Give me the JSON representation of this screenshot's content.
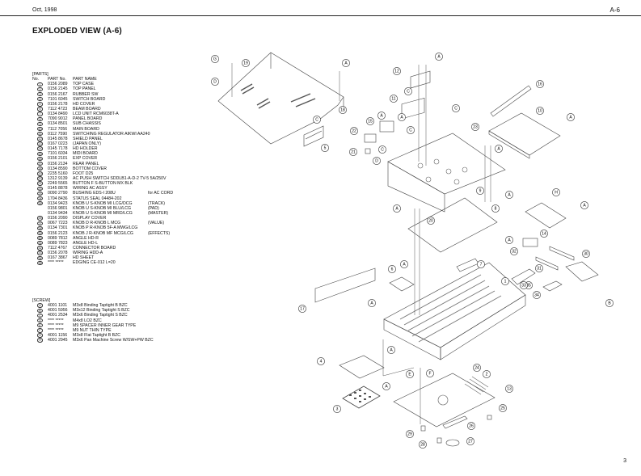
{
  "header": {
    "date": "Oct, 1998",
    "code": "A-6"
  },
  "title": "EXPLODED VIEW (A-6)",
  "page_number": "3",
  "parts": {
    "section_label": "[PARTS]",
    "columns": [
      "No.",
      "PART No.",
      "PART NAME"
    ],
    "items": [
      {
        "no": "1",
        "part_no": "0156 2089",
        "name": "TOP CASE",
        "note": ""
      },
      {
        "no": "2",
        "part_no": "0156 2145",
        "name": "TOP PANEL",
        "note": ""
      },
      {
        "no": "3",
        "part_no": "0156 2167",
        "name": "RUBBER SW",
        "note": ""
      },
      {
        "no": "4",
        "part_no": "7101 6045",
        "name": "SWITCH BOARD",
        "note": ""
      },
      {
        "no": "5",
        "part_no": "0156 2178",
        "name": "HD COVER",
        "note": ""
      },
      {
        "no": "6",
        "part_no": "7112 4723",
        "name": "BEAM BOARD",
        "note": ""
      },
      {
        "no": "7",
        "part_no": "0134 8490",
        "name": "LCD UNIT  RCM6038T-A",
        "note": ""
      },
      {
        "no": "8",
        "part_no": "7090 9012",
        "name": "PANEL BOARD",
        "note": ""
      },
      {
        "no": "9",
        "part_no": "0134 8501",
        "name": "SUB CHASSIS",
        "note": ""
      },
      {
        "no": "10",
        "part_no": "7112 7056",
        "name": "MAIN BOARD",
        "note": ""
      },
      {
        "no": "11",
        "part_no": "0112 7590",
        "name": "SWITCHING REGULATOR  AIKWI AA240",
        "note": ""
      },
      {
        "no": "12",
        "part_no": "0145 8678",
        "name": "SHIELD PANEL",
        "note": ""
      },
      {
        "no": "13",
        "part_no": "0167 0223",
        "name": "(JAPAN ONLY)",
        "note": ""
      },
      {
        "no": "14",
        "part_no": "0145 7178",
        "name": "HD HOLDER",
        "note": ""
      },
      {
        "no": "15",
        "part_no": "7101 6034",
        "name": "MIDI BOARD",
        "note": ""
      },
      {
        "no": "16",
        "part_no": "0156 2101",
        "name": "EXP COVER",
        "note": ""
      },
      {
        "no": "17",
        "part_no": "0156 2134",
        "name": "REAR PANEL",
        "note": ""
      },
      {
        "no": "18",
        "part_no": "0134 8590",
        "name": "BOTTOM COVER",
        "note": ""
      },
      {
        "no": "19",
        "part_no": "2235 5160",
        "name": "FOOT D25",
        "note": ""
      },
      {
        "no": "20",
        "part_no": "1312 9139",
        "name": "AC PUSH SWITCH  SDDLB1-A-D-2  TV-5 5A/250V",
        "note": ""
      },
      {
        "no": "21",
        "part_no": "2249 5565",
        "name": "BUTTON  F S-BUTTON MX BLK",
        "note": ""
      },
      {
        "no": "22",
        "part_no": "0145 8878",
        "name": "WIRING AC ASSY",
        "note": ""
      },
      {
        "no": "23",
        "part_no": "0090 2790",
        "name": "BUSHING EDS-I 208U",
        "note": "for AC CORD"
      },
      {
        "no": "24",
        "part_no": "1704 8436",
        "name": "STATUS SEAL 04484-202",
        "note": ""
      },
      {
        "no": "25",
        "part_no": "0134 9423",
        "name": "KNOB  U S-KNOB MI LCG/DCG",
        "note": "(TRACK)"
      },
      {
        "no": "",
        "part_no": "0156 9801",
        "name": "KNOB  U S-KNOB MI BLU/LCG",
        "note": "(PAD)"
      },
      {
        "no": "",
        "part_no": "0134 9434",
        "name": "KNOB  U S-KNOB MI MRD/LCG",
        "note": "(MASTER)"
      },
      {
        "no": "26",
        "part_no": "0156 2090",
        "name": "DISPLAY COVER",
        "note": ""
      },
      {
        "no": "27",
        "part_no": "0067 7223",
        "name": "KNOB  D R-KNOB L MCG",
        "note": "(VALUE)"
      },
      {
        "no": "28",
        "part_no": "0134 7301",
        "name": "KNOB  P R-KNOB 5F-A MWG/LCG",
        "note": ""
      },
      {
        "no": "29",
        "part_no": "0156 2123",
        "name": "KNOB  J R-KNOB MF MCG/LCG",
        "note": "(EFFECTS)"
      },
      {
        "no": "30",
        "part_no": "0089 7812",
        "name": "ANGLE HD-R",
        "note": ""
      },
      {
        "no": "31",
        "part_no": "0089 7823",
        "name": "ANGLE HD-L",
        "note": ""
      },
      {
        "no": "32",
        "part_no": "7112 4767",
        "name": "CONNECTOR BOARD",
        "note": ""
      },
      {
        "no": "33",
        "part_no": "0156 2078",
        "name": "WIRING HDD-A",
        "note": ""
      },
      {
        "no": "34",
        "part_no": "0167 3867",
        "name": "HD SHEET",
        "note": ""
      },
      {
        "no": "35",
        "part_no": "**** *****",
        "name": "EDGING CE-012 L=20",
        "note": ""
      }
    ]
  },
  "screws": {
    "section_label": "[SCREW]",
    "items": [
      {
        "no": "A",
        "part_no": "4001 1101",
        "name": "M3x8 Binding Taptight B BZC"
      },
      {
        "no": "B",
        "part_no": "4001 5956",
        "name": "M3x12 Binding Taptight S BZC"
      },
      {
        "no": "C",
        "part_no": "4001 2534",
        "name": "M3x6 Binding Taptight S BZC"
      },
      {
        "no": "D",
        "part_no": "**** *****",
        "name": "M4x8 LO2 BZC"
      },
      {
        "no": "E",
        "part_no": "**** *****",
        "name": "M9 SPACER INNER GEAR TYPE"
      },
      {
        "no": "F",
        "part_no": "**** *****",
        "name": "M9 NUT THIN TYPE"
      },
      {
        "no": "G",
        "part_no": "4001 1156",
        "name": "M3x8 Flat Taptight B BZC"
      },
      {
        "no": "H",
        "part_no": "4001 2945",
        "name": "M3x6 Pan Machine Screw W/SW+PW BZC"
      }
    ]
  },
  "diagram": {
    "callouts": [
      {
        "label": "G"
      },
      {
        "label": "19"
      },
      {
        "label": "D"
      },
      {
        "label": "A"
      },
      {
        "label": "18"
      },
      {
        "label": "C"
      },
      {
        "label": "5"
      },
      {
        "label": "A"
      },
      {
        "label": "12"
      },
      {
        "label": "C"
      },
      {
        "label": "11"
      },
      {
        "label": "A"
      },
      {
        "label": "15"
      },
      {
        "label": "A"
      },
      {
        "label": "C"
      },
      {
        "label": "22"
      },
      {
        "label": "21"
      },
      {
        "label": "C"
      },
      {
        "label": "D"
      },
      {
        "label": "C"
      },
      {
        "label": "16"
      },
      {
        "label": "10"
      },
      {
        "label": "A"
      },
      {
        "label": "23"
      },
      {
        "label": "A"
      },
      {
        "label": "9"
      },
      {
        "label": "20"
      },
      {
        "label": "A"
      },
      {
        "label": "8"
      },
      {
        "label": "A"
      },
      {
        "label": "H"
      },
      {
        "label": "A"
      },
      {
        "label": "14"
      },
      {
        "label": "A"
      },
      {
        "label": "32"
      },
      {
        "label": "30"
      },
      {
        "label": "31"
      },
      {
        "label": "35"
      },
      {
        "label": "33"
      },
      {
        "label": "34"
      },
      {
        "label": "B"
      },
      {
        "label": "7"
      },
      {
        "label": "A"
      },
      {
        "label": "6"
      },
      {
        "label": "17"
      },
      {
        "label": "A"
      },
      {
        "label": "1"
      },
      {
        "label": "A"
      },
      {
        "label": "24"
      },
      {
        "label": "4"
      },
      {
        "label": "A"
      },
      {
        "label": "E"
      },
      {
        "label": "F"
      },
      {
        "label": "2"
      },
      {
        "label": "13"
      },
      {
        "label": "3"
      },
      {
        "label": "25"
      },
      {
        "label": "29"
      },
      {
        "label": "26"
      },
      {
        "label": "28"
      },
      {
        "label": "27"
      }
    ]
  }
}
